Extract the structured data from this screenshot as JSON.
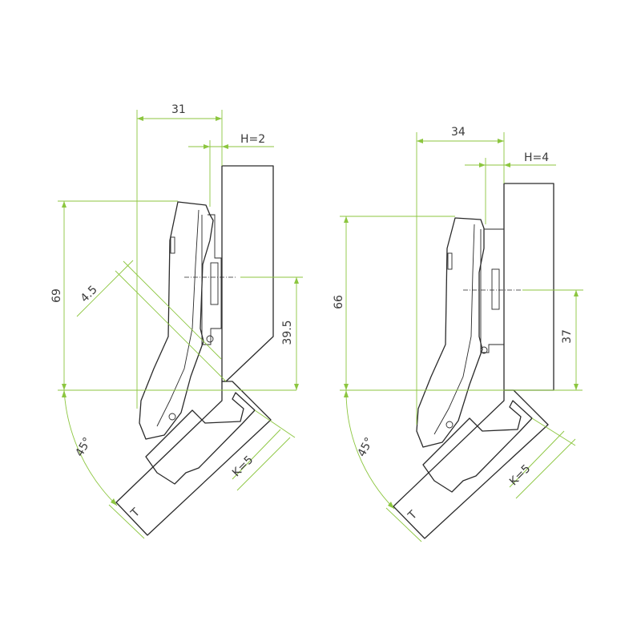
{
  "left": {
    "width_label": "31",
    "gap_label": "H=2",
    "height_label": "69",
    "thickness_label": "4.5",
    "cup_label": "39.5",
    "angle_label": "45°",
    "overlay_label": "K=5",
    "door_label": "T"
  },
  "right": {
    "width_label": "34",
    "gap_label": "H=4",
    "height_label": "66",
    "cup_label": "37",
    "angle_label": "45°",
    "overlay_label": "K=5",
    "door_label": "T"
  },
  "colors": {
    "dimension": "#8cc63f",
    "panel_gradient": [
      "#d9dadb",
      "#ffffff",
      "#c8c9ca"
    ],
    "outline": "#2a2a2a"
  }
}
